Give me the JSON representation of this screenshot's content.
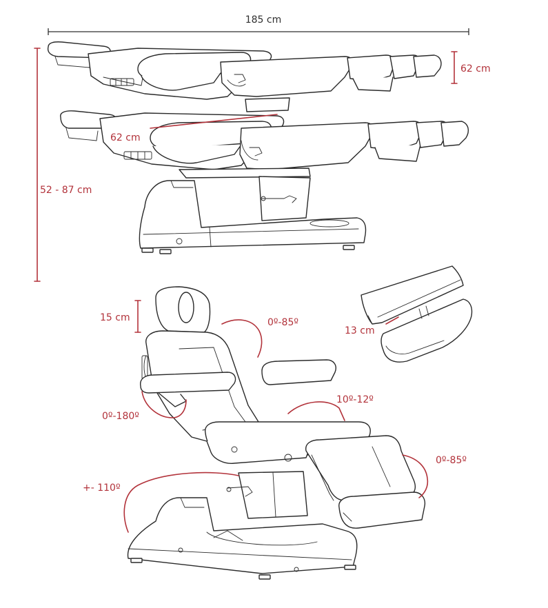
{
  "colors": {
    "dimension_red": "#b2323a",
    "dimension_black": "#2f2f2f",
    "line_art": "#2a2a2a"
  },
  "labels": {
    "total_length": "185 cm",
    "height_range": "52 - 87 cm",
    "backrest_thickness": "62 cm",
    "lift_travel": "62 cm",
    "headrest_adjust": "15 cm",
    "backrest_angle": "0º-85º",
    "armrest_rotation": "0º-180º",
    "seat_tilt": "10º-12º",
    "legrest_angle": "0º-85º",
    "base_rotation": "+- 110º",
    "leg_extension": "13 cm"
  }
}
